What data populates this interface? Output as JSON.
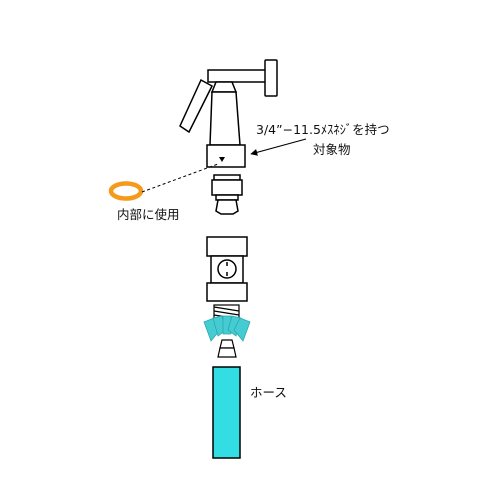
{
  "labels": {
    "spec_line1": "3/4”−11.5ﾒｽﾈｼﾞを持つ",
    "spec_line2": "対象物",
    "oring": "内部に使用",
    "hose": "ホース"
  },
  "colors": {
    "outline": "#000000",
    "hose": "#33dde4",
    "claws": "#44ccd2",
    "oring": "#f59a1a",
    "fill": "#ffffff"
  }
}
